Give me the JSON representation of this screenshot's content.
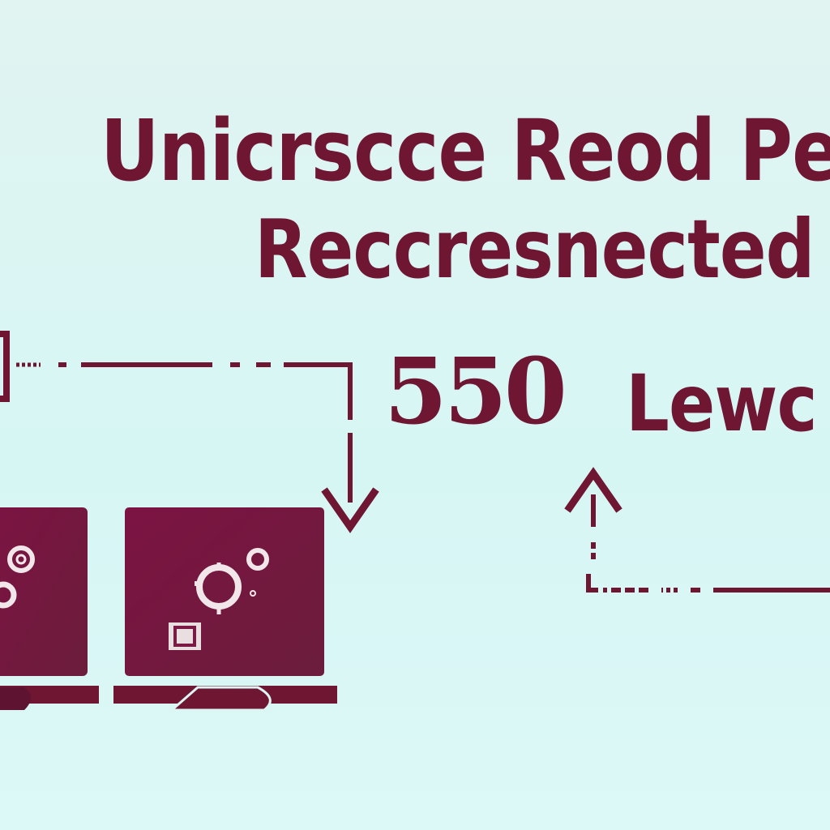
{
  "title": {
    "line1": "Unicrscce Reod Pe",
    "line2": "Reccresnected"
  },
  "labels": {
    "number": "550",
    "word": "Lewc"
  },
  "colors": {
    "ink": "#6e1632",
    "background": "#dcf6f4",
    "screen_fill": "#7a1a45",
    "screen_glyph": "#f1e6ea"
  },
  "icons": [
    "monitor-icon",
    "gear-icon",
    "arrow-down-icon",
    "arrow-up-icon"
  ]
}
